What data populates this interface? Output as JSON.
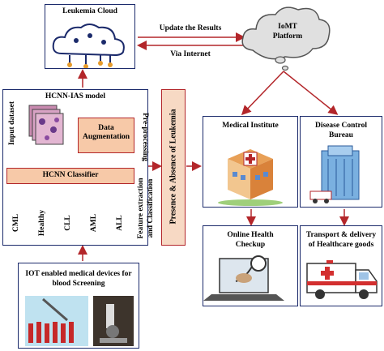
{
  "cloud_box": {
    "title": "Leukemia Cloud"
  },
  "update_text": "Update the Results",
  "internet_text": "Via Internet",
  "iomt": {
    "line1": "IoMT",
    "line2": "Platform"
  },
  "model": {
    "title": "HCNN-IAS model",
    "input_label": "Input dataset",
    "augmentation": "Data Augmentation",
    "preprocessing": "Pre-processing",
    "classifier": "HCNN Classifier",
    "classes": [
      "CML",
      "Healthy",
      "CLL",
      "AML",
      "ALL"
    ],
    "feature_label_1": "Feature extraction",
    "feature_label_2": "and Classification"
  },
  "presence_label": "Presence & Absence of Leukemia",
  "medical_institute": "Medical Institute",
  "disease_bureau": {
    "line1": "Disease Control",
    "line2": "Bureau"
  },
  "online_checkup": {
    "line1": "Online Health",
    "line2": "Checkup"
  },
  "transport": {
    "line1": "Transport & delivery",
    "line2": "of Healthcare goods"
  },
  "iot_box": {
    "line1": "IOT enabled medical devices for",
    "line2": "blood Screening"
  },
  "colors": {
    "border": "#1b2a6b",
    "arrow": "#b3262a",
    "classifier_fill": "#f7c9a8",
    "augment_fill": "#f7c9a8"
  }
}
